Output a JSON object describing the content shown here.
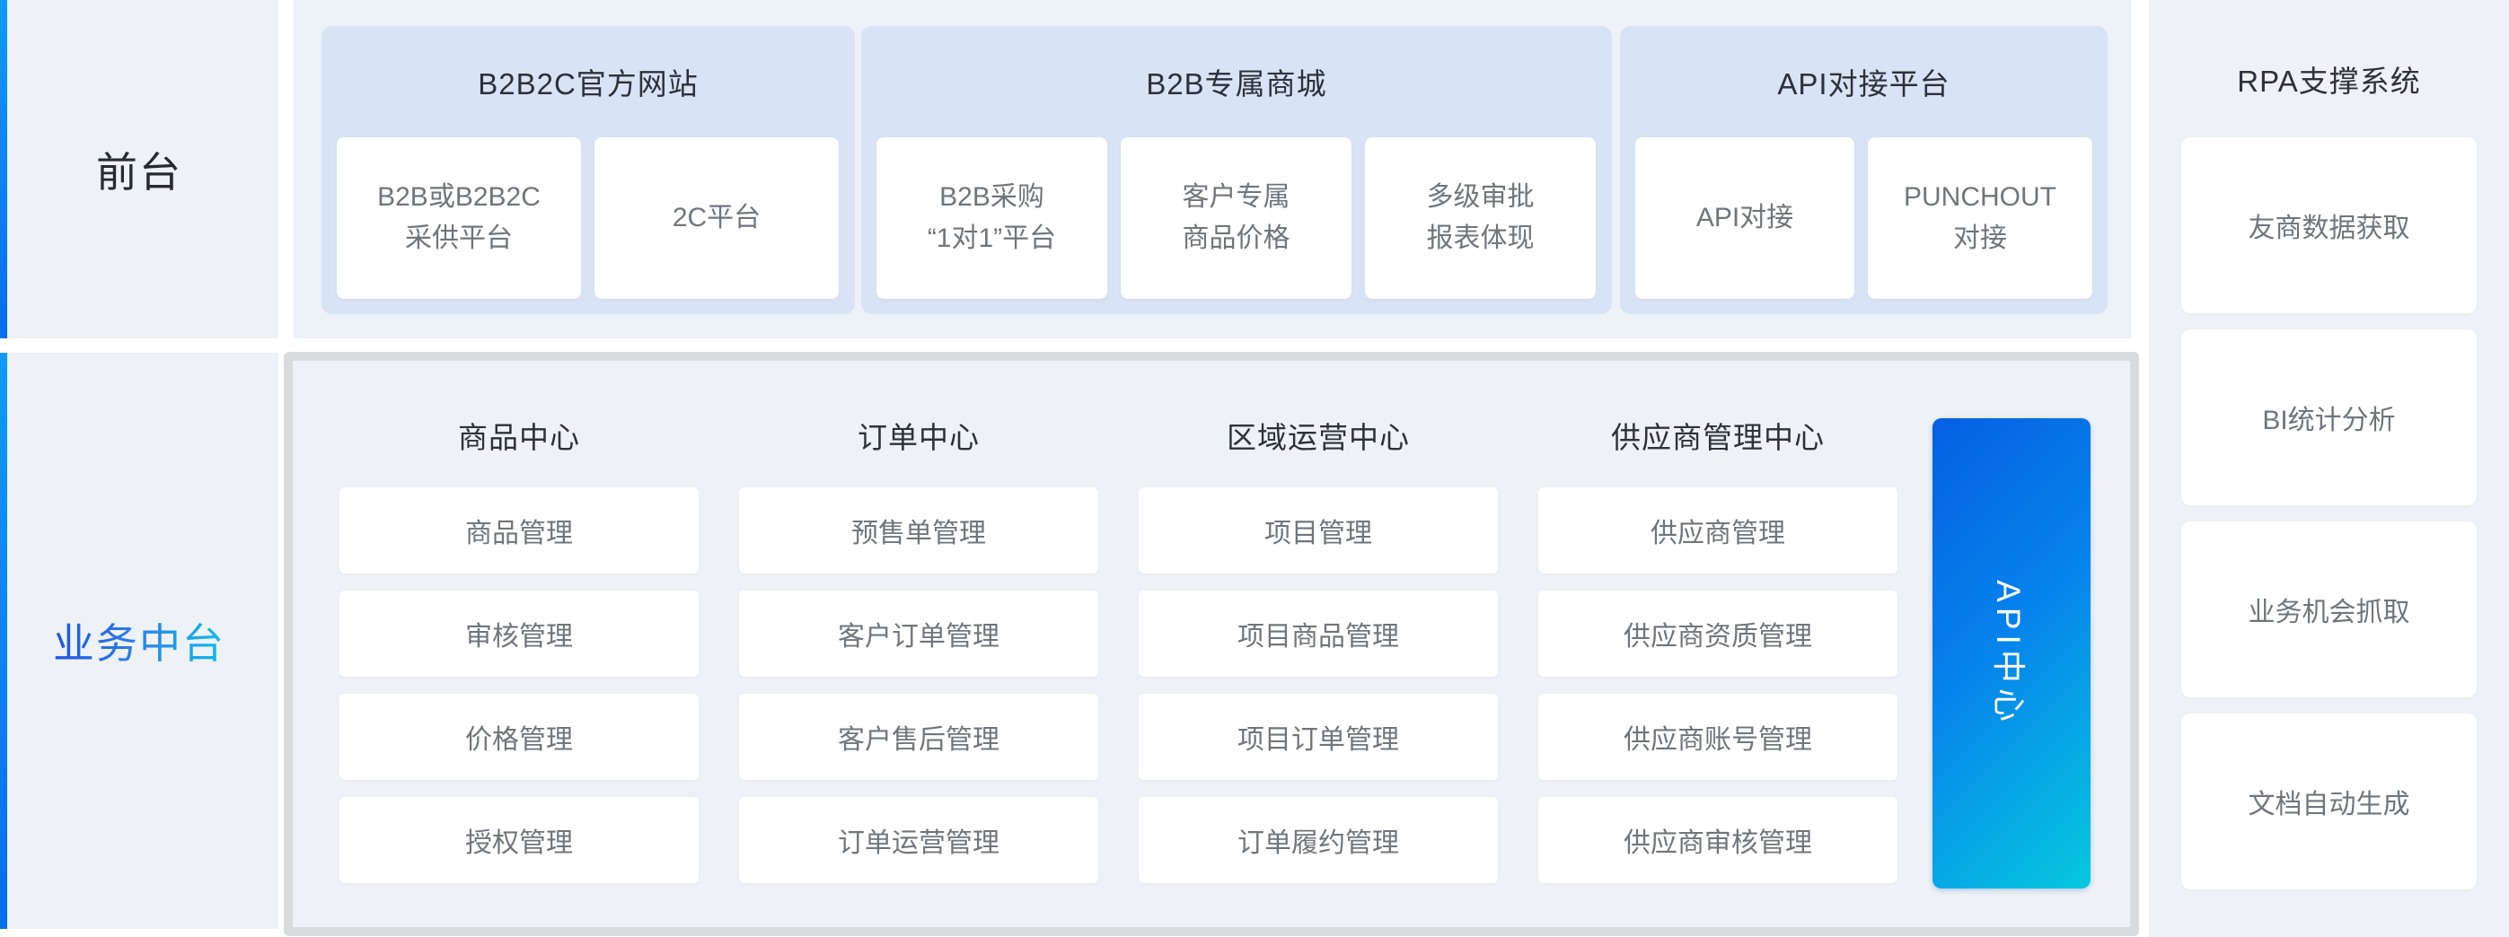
{
  "colors": {
    "accent_blue": "#0a7bef",
    "group_bg": "#d8e3f5",
    "panel_bg": "#eef1f6",
    "front_area_bg": "#edf1f8",
    "middle_border": "#d9dcdf",
    "api_gradient_start": "#0560e2",
    "api_gradient_end": "#06c9de",
    "middle_label_gradient_start": "#1b55e0",
    "middle_label_gradient_end": "#0fbfe8",
    "card_text": "#70757c",
    "title_text": "#2c313a"
  },
  "sidebar": {
    "front_label": "前台",
    "middle_label": "业务中台"
  },
  "front_stage": {
    "groups": [
      {
        "title": "B2B2C官方网站",
        "cards": [
          "B2B或B2B2C\n采供平台",
          "2C平台"
        ]
      },
      {
        "title": "B2B专属商城",
        "cards": [
          "B2B采购\n“1对1”平台",
          "客户专属\n商品价格",
          "多级审批\n报表体现"
        ]
      },
      {
        "title": "API对接平台",
        "cards": [
          "API对接",
          "PUNCHOUT\n对接"
        ]
      }
    ]
  },
  "middle_stage": {
    "api_center_label": "API中心",
    "columns": [
      {
        "title": "商品中心",
        "cards": [
          "商品管理",
          "审核管理",
          "价格管理",
          "授权管理"
        ]
      },
      {
        "title": "订单中心",
        "cards": [
          "预售单管理",
          "客户订单管理",
          "客户售后管理",
          "订单运营管理"
        ]
      },
      {
        "title": "区域运营中心",
        "cards": [
          "项目管理",
          "项目商品管理",
          "项目订单管理",
          "订单履约管理"
        ]
      },
      {
        "title": "供应商管理中心",
        "cards": [
          "供应商管理",
          "供应商资质管理",
          "供应商账号管理",
          "供应商审核管理"
        ]
      }
    ]
  },
  "rpa": {
    "title": "RPA支撑系统",
    "cards": [
      "友商数据获取",
      "BI统计分析",
      "业务机会抓取",
      "文档自动生成"
    ]
  }
}
